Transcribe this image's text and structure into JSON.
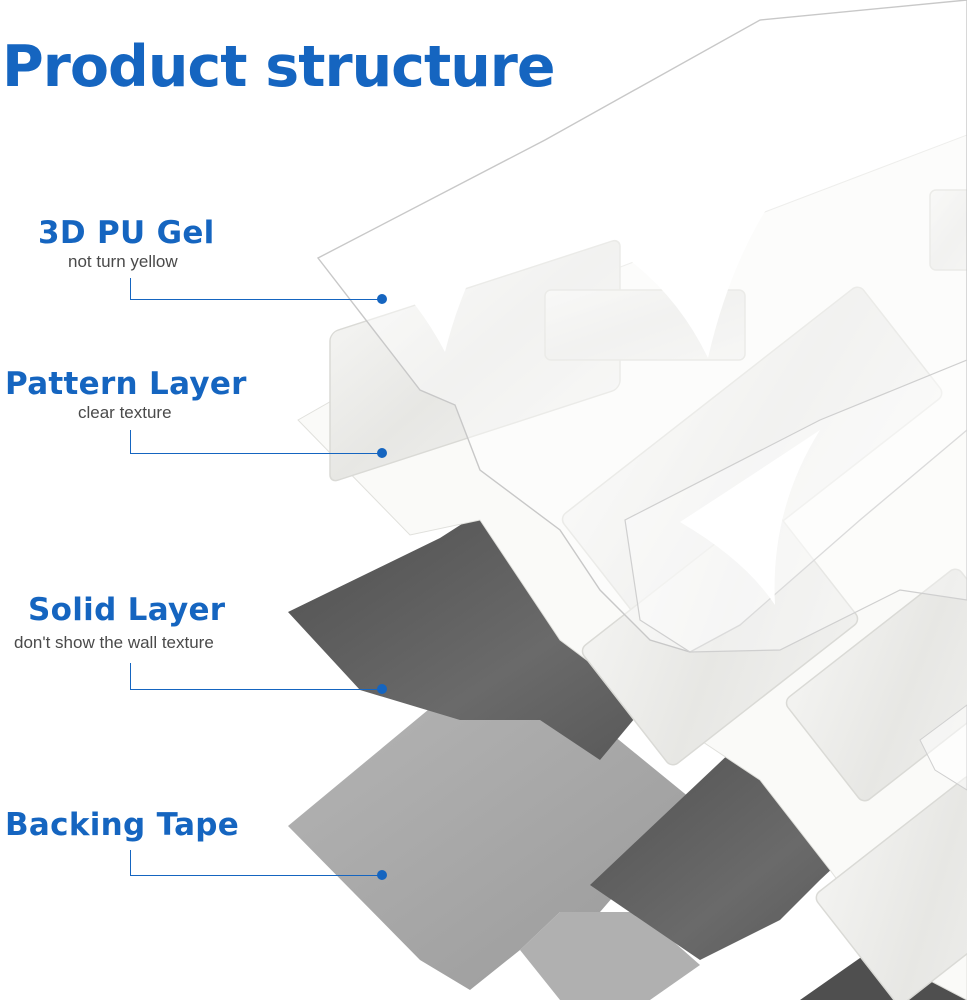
{
  "title": "Product structure",
  "colors": {
    "accent": "#1565c0",
    "subtext": "#4a4a4a",
    "backing_tape": "#a6a6a6",
    "solid_layer": "#5c5c5c",
    "pattern_tile": "#f1f1ef",
    "pattern_grout": "#fafaf8",
    "gel": "#ffffff"
  },
  "layers": [
    {
      "name": "3D PU Gel",
      "note": "not turn yellow"
    },
    {
      "name": "Pattern Layer",
      "note": "clear texture"
    },
    {
      "name": "Solid Layer",
      "note": "don't show the wall texture"
    },
    {
      "name": "Backing Tape",
      "note": ""
    }
  ]
}
